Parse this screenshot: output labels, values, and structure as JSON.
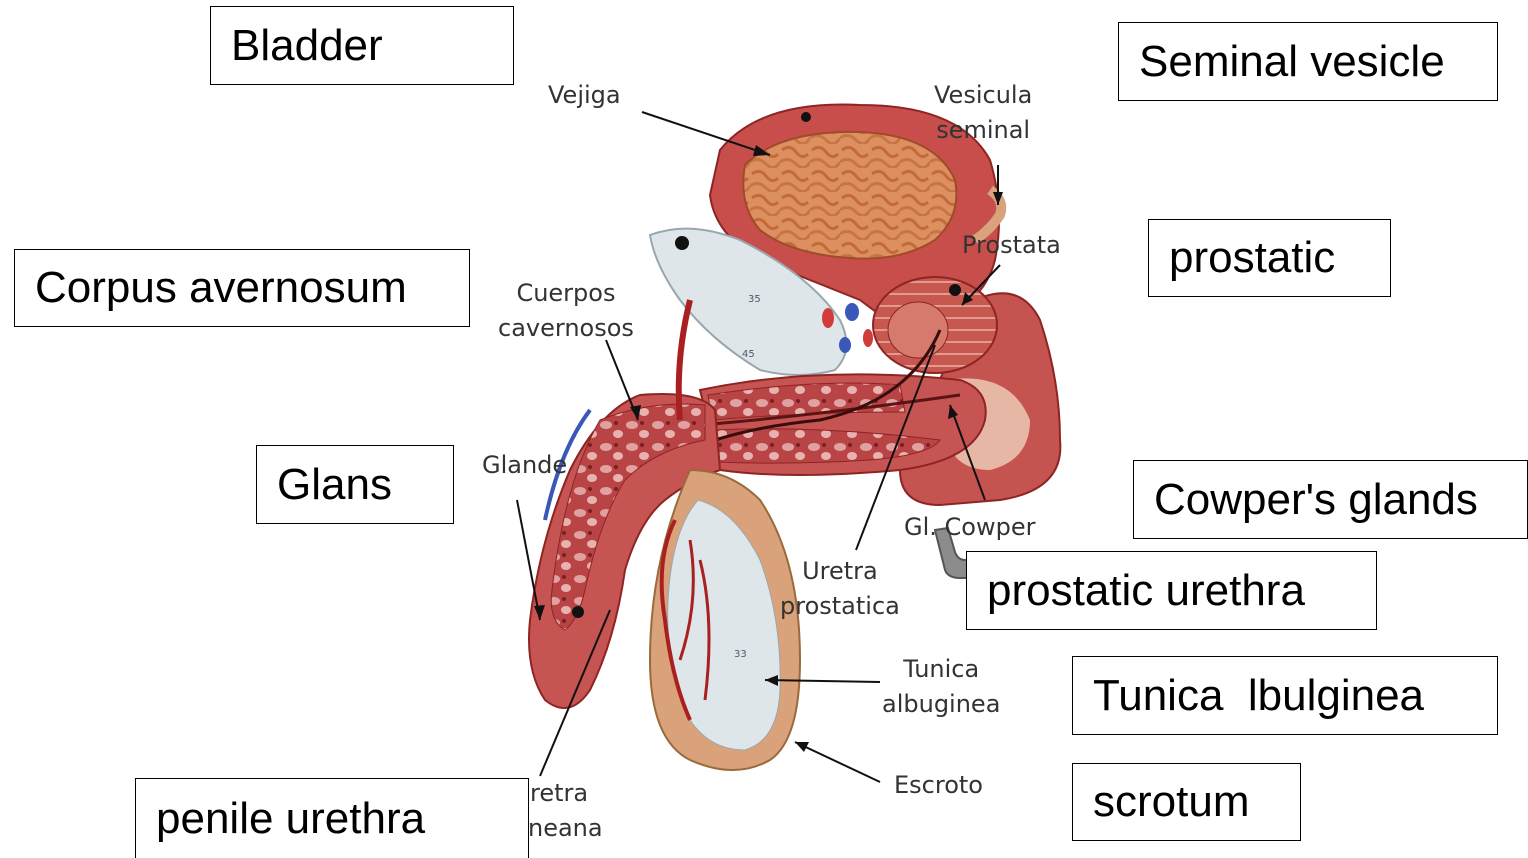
{
  "english_labels": {
    "bladder": "Bladder",
    "seminal_vesicle": "Seminal vesicle",
    "prostatic": "prostatic",
    "corpus_cavernosum": "Corpus avernosum",
    "glans": "Glans",
    "cowpers_glands": "Cowper's glands",
    "prostatic_urethra": "prostatic urethra",
    "tunica_albuginea": "Tunica  lbulginea",
    "scrotum": "scrotum",
    "penile_urethra": "penile urethra"
  },
  "spanish_labels": {
    "vejiga": "Vejiga",
    "vesicula_1": "Vesicula",
    "vesicula_2": "seminal",
    "prostata": "Prostata",
    "cuerpos_1": "Cuerpos",
    "cuerpos_2": "cavernosos",
    "glande": "Glande",
    "cowper": "Gl. Cowper",
    "uretra_prost_1": "Uretra",
    "uretra_prost_2": "prostatica",
    "tunica_1": "Tunica",
    "tunica_2": "albuginea",
    "escroto": "Escroto",
    "uretra_pen_1": "Uretra",
    "uretra_pen_2": "peneana"
  },
  "model_markings": {
    "num_35": "35",
    "num_45": "45",
    "num_33": "33"
  },
  "colors": {
    "flesh": "#c8504e",
    "dark_red": "#8e2424",
    "bladder_inner": "#d98a55",
    "white_tissue": "#dfe6ea",
    "blue_vessel": "#3a58b8",
    "skin": "#d9a27a",
    "gray_rod": "#8c8c8c"
  }
}
